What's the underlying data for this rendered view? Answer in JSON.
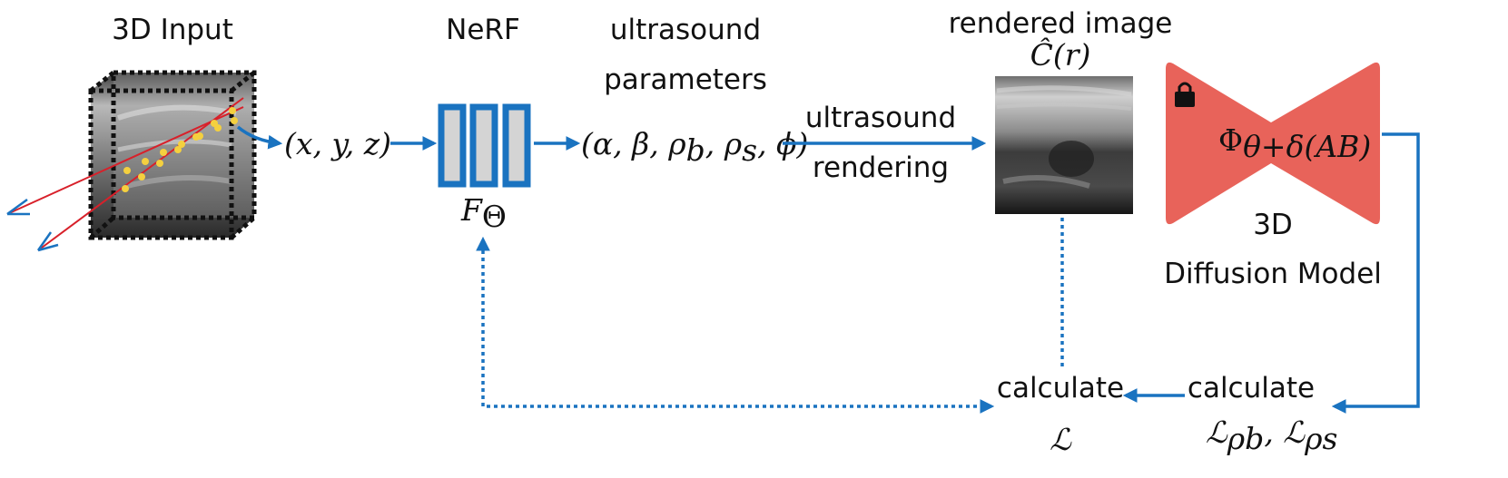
{
  "labels": {
    "input_title": "3D Input",
    "nerf_title": "NeRF",
    "params_title_line1": "ultrasound",
    "params_title_line2": "parameters",
    "render_line1": "ultrasound",
    "render_line2": "rendering",
    "rendered_title": "rendered image",
    "diffusion_line1": "3D",
    "diffusion_line2": "Diffusion Model",
    "calc_left": "calculate",
    "calc_right": "calculate"
  },
  "math": {
    "coords": "(x, y, z)",
    "network": "F",
    "network_sub": "Θ",
    "params": "(α, β, ρ",
    "params_b": "b",
    "params_mid": ", ρ",
    "params_s": "s",
    "params_end": ", ϕ)",
    "rendered": "Ĉ(r)",
    "phi": "Φ",
    "phi_sub": "θ+δ(AB)",
    "loss": "ℒ",
    "loss_pair_a": "ℒ",
    "loss_pair_a_sub": "ρb",
    "loss_pair_sep": ", ℒ",
    "loss_pair_b_sub": "ρs"
  },
  "icons": {
    "lock": "lock-icon",
    "ray_arrows": "ray-arrow-icon"
  },
  "colors": {
    "flow_arrow": "#1a73c0",
    "diffusion_model": "#e8635a",
    "ray": "#d8202a",
    "sample_points": "#f4d03f",
    "network_fill": "#d4d4d4"
  }
}
